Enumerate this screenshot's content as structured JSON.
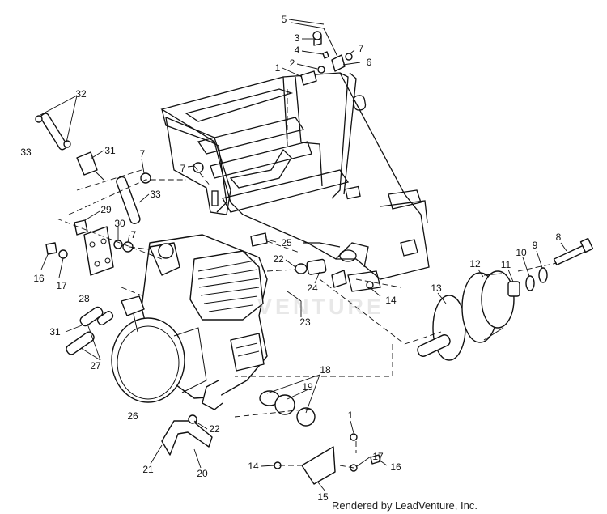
{
  "callouts": [
    {
      "label": "5"
    },
    {
      "label": "3"
    },
    {
      "label": "4"
    },
    {
      "label": "7"
    },
    {
      "label": "2"
    },
    {
      "label": "6"
    },
    {
      "label": "1"
    },
    {
      "label": "32"
    },
    {
      "label": "33"
    },
    {
      "label": "31"
    },
    {
      "label": "7"
    },
    {
      "label": "7"
    },
    {
      "label": "33"
    },
    {
      "label": "29"
    },
    {
      "label": "30"
    },
    {
      "label": "7"
    },
    {
      "label": "25"
    },
    {
      "label": "16"
    },
    {
      "label": "17"
    },
    {
      "label": "28"
    },
    {
      "label": "22"
    },
    {
      "label": "24"
    },
    {
      "label": "14"
    },
    {
      "label": "23"
    },
    {
      "label": "31"
    },
    {
      "label": "27"
    },
    {
      "label": "26"
    },
    {
      "label": "18"
    },
    {
      "label": "19"
    },
    {
      "label": "22"
    },
    {
      "label": "21"
    },
    {
      "label": "20"
    },
    {
      "label": "1"
    },
    {
      "label": "14"
    },
    {
      "label": "17"
    },
    {
      "label": "16"
    },
    {
      "label": "15"
    },
    {
      "label": "13"
    },
    {
      "label": "12"
    },
    {
      "label": "11"
    },
    {
      "label": "10"
    },
    {
      "label": "9"
    },
    {
      "label": "8"
    }
  ],
  "credit": "Rendered by LeadVenture, Inc.",
  "watermark": "VENTURE"
}
